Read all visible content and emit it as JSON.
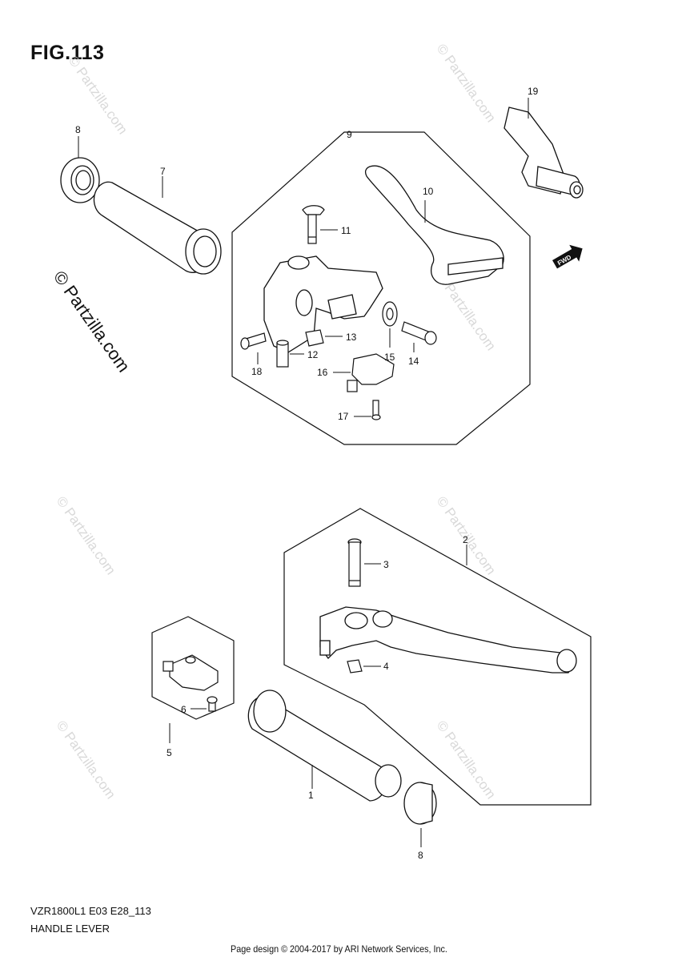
{
  "figure": {
    "title": "FIG.113",
    "model_code": "VZR1800L1 E03 E28_113",
    "section_name": "HANDLE LEVER"
  },
  "footer": "Page design © 2004-2017 by ARI Network Services, Inc.",
  "watermark": "© Partzilla.com",
  "fwd_label": "FWD",
  "callouts": [
    "1",
    "2",
    "3",
    "4",
    "5",
    "6",
    "7",
    "8",
    "8",
    "9",
    "10",
    "11",
    "12",
    "13",
    "14",
    "15",
    "16",
    "17",
    "18",
    "19"
  ]
}
